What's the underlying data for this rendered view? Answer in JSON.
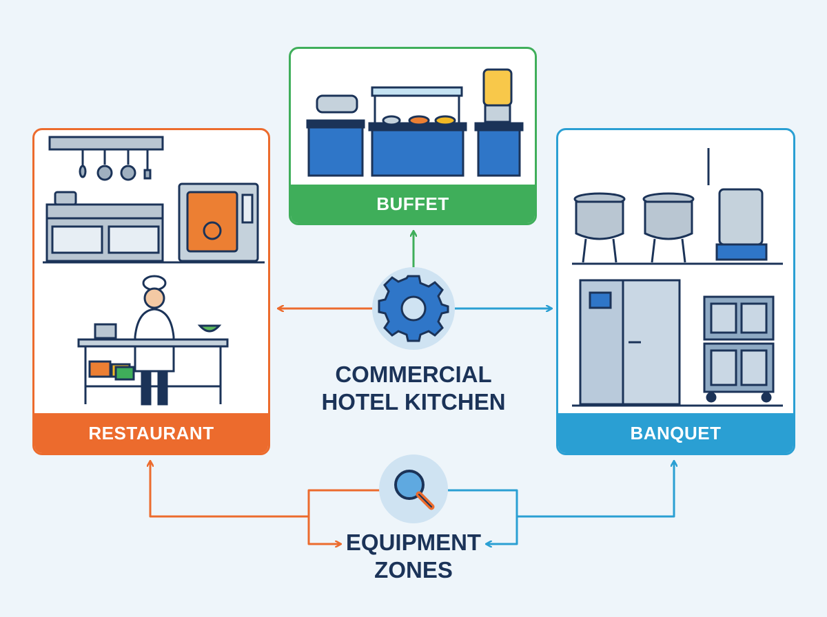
{
  "hub": {
    "title_line1": "COMMERCIAL",
    "title_line2": "HOTEL KITCHEN",
    "icon": "gear-icon"
  },
  "panels": {
    "restaurant": {
      "label": "RESTAURANT",
      "color": "#ec6b2d"
    },
    "buffet": {
      "label": "BUFFET",
      "color": "#3fae5a"
    },
    "banquet": {
      "label": "BANQUET",
      "color": "#2a9fd3"
    }
  },
  "zones": {
    "title_line1": "EQUIPMENT",
    "title_line2": "ZONES",
    "icon": "magnifier-icon"
  }
}
